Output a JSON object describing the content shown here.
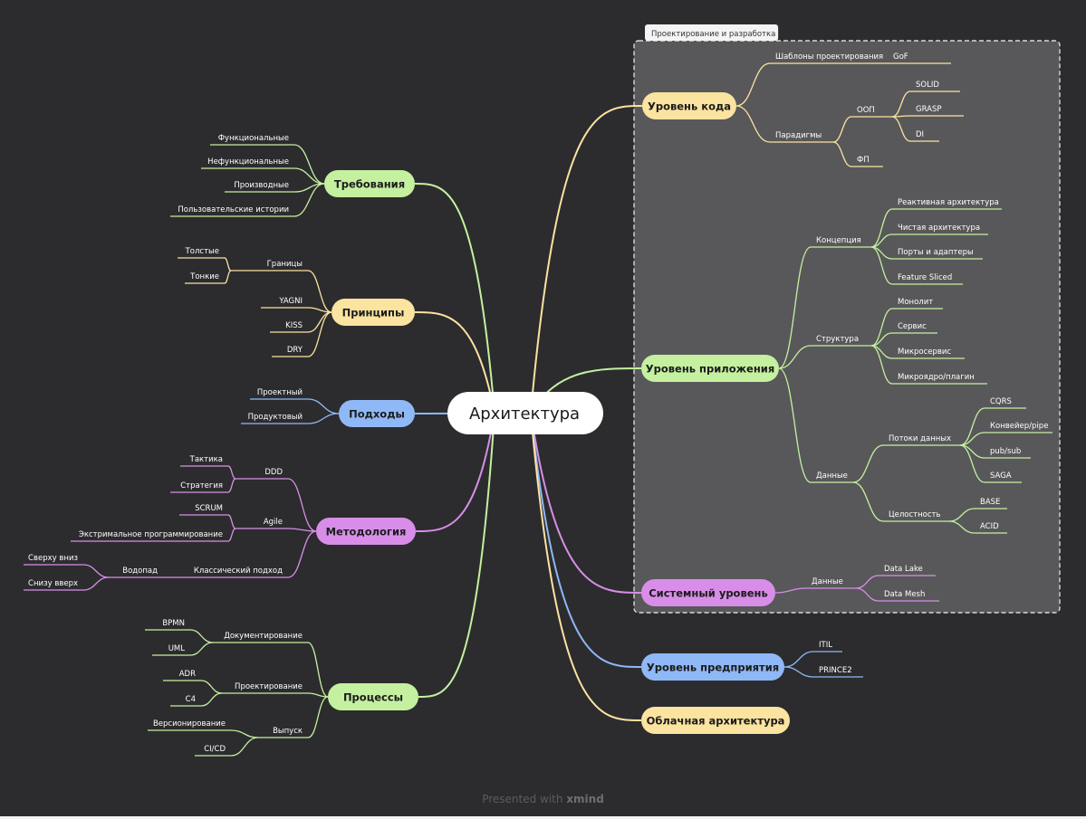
{
  "colors": {
    "background": "#2c2c2e",
    "text": "#ffffff",
    "green": "#c4f0a0",
    "yellow": "#fbe3a0",
    "blue": "#8fb8f6",
    "purple": "#d88ee8",
    "root": "#ffffff"
  },
  "root": {
    "label": "Архитектура"
  },
  "boundary": {
    "label": "Проектирование и разработка"
  },
  "branches": [
    {
      "id": "code",
      "label": "Уровень кода",
      "color": "yellow",
      "children": [
        {
          "label": "Шаблоны проектирования",
          "children": [
            {
              "label": "GoF"
            }
          ]
        },
        {
          "label": "Парадигмы",
          "children": [
            {
              "label": "ООП",
              "children": [
                {
                  "label": "SOLID"
                },
                {
                  "label": "GRASP"
                },
                {
                  "label": "DI"
                }
              ]
            },
            {
              "label": "ФП"
            }
          ]
        }
      ]
    },
    {
      "id": "app",
      "label": "Уровень приложения",
      "color": "green",
      "children": [
        {
          "label": "Концепция",
          "children": [
            {
              "label": "Реактивная архитектура"
            },
            {
              "label": "Чистая архитектура"
            },
            {
              "label": "Порты и адаптеры"
            },
            {
              "label": "Feature Sliced"
            }
          ]
        },
        {
          "label": "Структура",
          "children": [
            {
              "label": "Монолит"
            },
            {
              "label": "Сервис"
            },
            {
              "label": "Микросервис"
            },
            {
              "label": "Микроядро/плагин"
            }
          ]
        },
        {
          "label": "Данные",
          "children": [
            {
              "label": "Потоки данных",
              "children": [
                {
                  "label": "CQRS"
                },
                {
                  "label": "Конвейер/pipe"
                },
                {
                  "label": "pub/sub"
                },
                {
                  "label": "SAGA"
                }
              ]
            },
            {
              "label": "Целостность",
              "children": [
                {
                  "label": "BASE"
                },
                {
                  "label": "ACID"
                }
              ]
            }
          ]
        }
      ]
    },
    {
      "id": "system",
      "label": "Системный уровень",
      "color": "purple",
      "children": [
        {
          "label": "Данные",
          "children": [
            {
              "label": "Data Lake"
            },
            {
              "label": "Data Mesh"
            }
          ]
        }
      ]
    },
    {
      "id": "enterprise",
      "label": "Уровень предприятия",
      "color": "blue",
      "children": [
        {
          "label": "ITIL"
        },
        {
          "label": "PRINCE2"
        }
      ]
    },
    {
      "id": "cloud",
      "label": "Облачная архитектура",
      "color": "yellow",
      "children": []
    },
    {
      "id": "req",
      "label": "Требования",
      "color": "green",
      "children": [
        {
          "label": "Функциональные"
        },
        {
          "label": "Нефункциональные"
        },
        {
          "label": "Производные"
        },
        {
          "label": "Пользовательские истории"
        }
      ]
    },
    {
      "id": "principles",
      "label": "Принципы",
      "color": "yellow",
      "children": [
        {
          "label": "Границы",
          "children": [
            {
              "label": "Толстые"
            },
            {
              "label": "Тонкие"
            }
          ]
        },
        {
          "label": "YAGNI"
        },
        {
          "label": "KISS"
        },
        {
          "label": "DRY"
        }
      ]
    },
    {
      "id": "approaches",
      "label": "Подходы",
      "color": "blue",
      "children": [
        {
          "label": "Проектный"
        },
        {
          "label": "Продуктовый"
        }
      ]
    },
    {
      "id": "methodology",
      "label": "Методология",
      "color": "purple",
      "children": [
        {
          "label": "DDD",
          "children": [
            {
              "label": "Тактика"
            },
            {
              "label": "Стратегия"
            }
          ]
        },
        {
          "label": "Agile",
          "children": [
            {
              "label": "SCRUM"
            },
            {
              "label": "Экстримальное программирование"
            }
          ]
        },
        {
          "label": "Классический подход",
          "children": [
            {
              "label": "Водопад",
              "children": [
                {
                  "label": "Сверху вниз"
                },
                {
                  "label": "Снизу вверх"
                }
              ]
            }
          ]
        }
      ]
    },
    {
      "id": "processes",
      "label": "Процессы",
      "color": "green",
      "children": [
        {
          "label": "Документирование",
          "children": [
            {
              "label": "BPMN"
            },
            {
              "label": "UML"
            }
          ]
        },
        {
          "label": "Проектирование",
          "children": [
            {
              "label": "ADR"
            },
            {
              "label": "C4"
            }
          ]
        },
        {
          "label": "Выпуск",
          "children": [
            {
              "label": "Версионирование"
            },
            {
              "label": "CI/CD"
            }
          ]
        }
      ]
    }
  ],
  "footer": {
    "prefix": "Presented with",
    "brand": "xmind"
  }
}
